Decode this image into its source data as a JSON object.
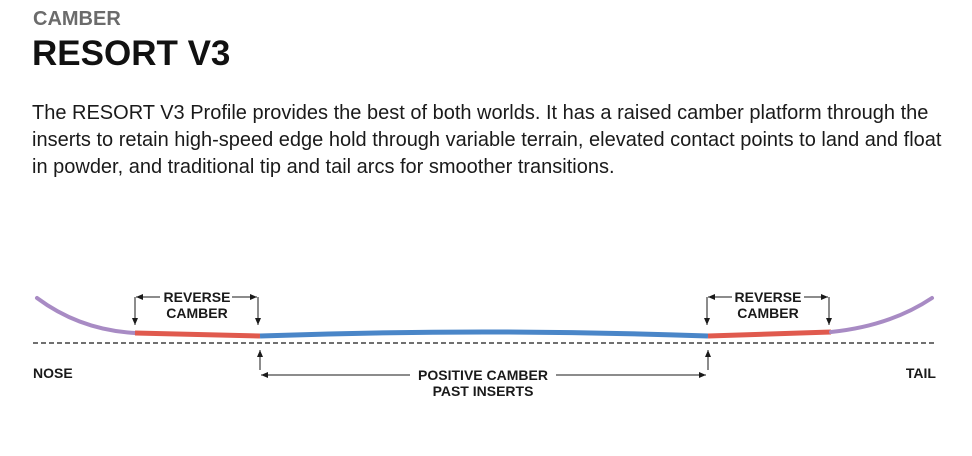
{
  "header": {
    "eyebrow": "CAMBER",
    "title": "RESORT V3"
  },
  "description": "The RESORT V3 Profile provides the best of both worlds. It has a raised camber platform through the inserts to retain high-speed edge hold through variable terrain, elevated contact points to land and float in powder, and traditional tip and tail arcs for smoother transitions.",
  "diagram": {
    "nose_label": "NOSE",
    "tail_label": "TAIL",
    "reverse_left": {
      "line1": "REVERSE",
      "line2": "CAMBER"
    },
    "reverse_right": {
      "line1": "REVERSE",
      "line2": "CAMBER"
    },
    "positive": {
      "line1": "POSITIVE CAMBER",
      "line2": "PAST INSERTS"
    },
    "colors": {
      "tip": "#a88bc4",
      "reverse": "#e05a4e",
      "positive": "#4a86c8"
    }
  }
}
